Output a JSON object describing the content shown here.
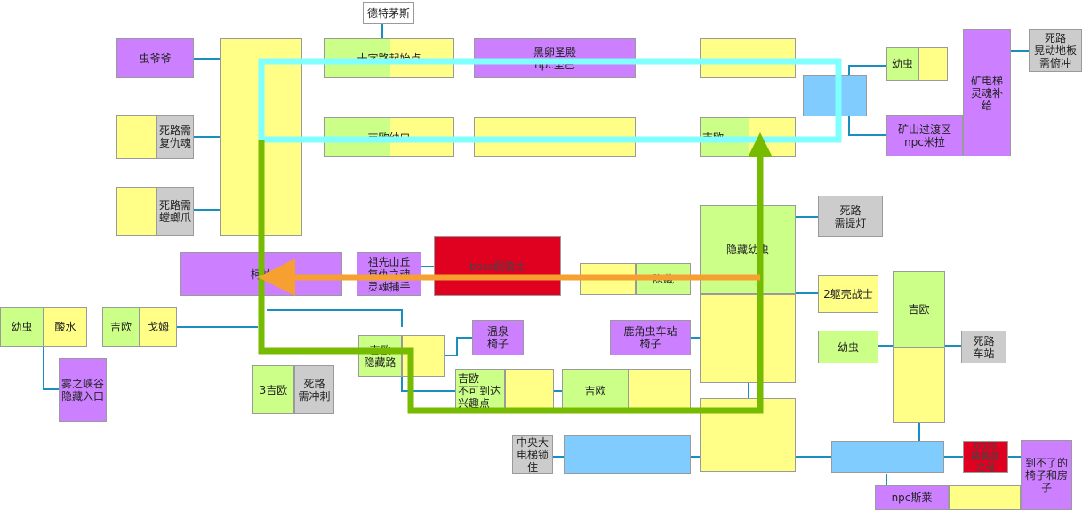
{
  "diagram": {
    "colors": {
      "connector": "#1a8fbf",
      "route_cyan": "#80ffff",
      "route_green": "#77bb00",
      "route_orange": "#f5a030",
      "node_purple": "#cc80ff",
      "node_yellow": "#ffff88",
      "node_green": "#ccff88",
      "node_gray": "#cccccc",
      "node_blue": "#80ccff",
      "node_red": "#e00020"
    },
    "labels": {
      "dert_mos": "德特茅斯",
      "bug_grandpa": "虫爷爷",
      "dead_end_revenge": "死路需\n复仇魂",
      "dead_end_mantis": "死路需\n螳螂爪",
      "crossroads_start": "十字路起始点",
      "black_egg_temple": "黑卵圣殿\nnpc圣巴",
      "geo_grub": "吉欧幼虫",
      "geo_1": "吉欧",
      "larva_1": "幼虫",
      "dead_end_shake": "死路\n晃动地板\n需俯冲",
      "mine_elevator": "矿电梯\n灵魂补\n给",
      "mine_transition": "矿山过渡区\nnpc米拉",
      "dead_end_lamp": "死路\n需提灯",
      "hidden_grub": "隐藏幼虫",
      "hidden": "隐藏",
      "kelin": "柯林",
      "ancestral_mound": "祖先山丘\n复仇之魂\n灵魂捕手",
      "boss_false_knight": "boss假骑士",
      "two_shell_warriors": "2躯壳战士",
      "geo_2": "吉欧",
      "larva_left": "幼虫",
      "acid": "酸水",
      "geo_left": "吉欧",
      "gem": "戈姆",
      "fog_canyon": "雾之峡谷\n隐藏入口",
      "geo_hidden_road": "吉欧\n隐藏路",
      "hot_spring_bench": "温泉\n椅子",
      "stag_station_bench": "鹿角虫车站\n椅子",
      "three_geo": "3吉欧",
      "dead_end_dash": "死路\n需冲刺",
      "geo_unreachable": "吉欧\n不可到达\n兴趣点",
      "geo_3": "吉欧",
      "larva_right": "幼虫",
      "dead_end_station": "死路\n车站",
      "central_elevator_locked": "中央大\n电梯锁\n住",
      "boss_brooding_mawlek": "boss\n格鲁兹\n之母",
      "unreachable_bench_house": "到不了的\n椅子和房\n子",
      "npc_sly": "npc斯莱"
    }
  }
}
